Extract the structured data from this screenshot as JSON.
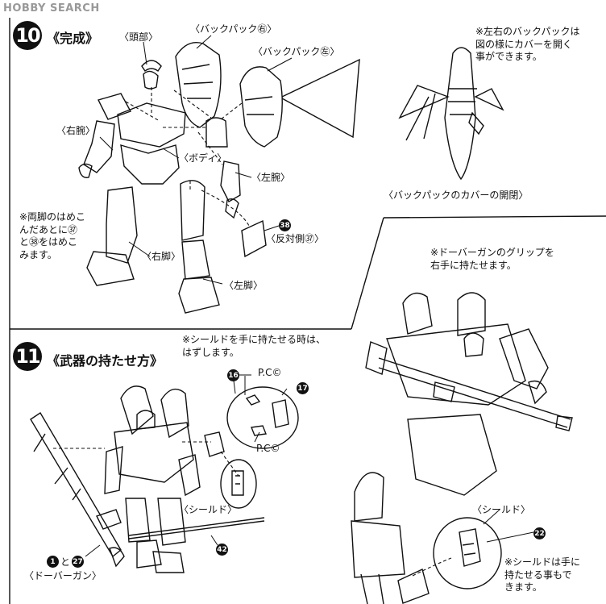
{
  "watermark": "HOBBY SEARCH",
  "step10": {
    "number": "10",
    "title": "《完成》",
    "labels": {
      "head": "〈頭部〉",
      "backpack_right": "〈バックパック㊨〉",
      "backpack_left": "〈バックパック㊧〉",
      "right_arm": "〈右腕〉",
      "body": "〈ボディ〉",
      "left_arm": "〈左腕〉",
      "right_leg": "〈右脚〉",
      "left_leg": "〈左脚〉",
      "opposite_side": "〈反対側㊲〉",
      "backpack_cover": "〈バックパックのカバーの開閉〉"
    },
    "callout_38": "38",
    "note_backpack": "※左右のバックパックは\n図の様にカバーを開く\n事ができます。",
    "note_legs": "※両脚のはめこ\nんだあとに㊲\nと㊳をはめこ\nみます。"
  },
  "step11": {
    "number": "11",
    "title": "《武器の持たせ方》",
    "note_shield_remove": "※シールドを手に持たせる時は、\nはずします。",
    "note_grip": "※ドーバーガンのグリップを\n右手に持たせます。",
    "note_shield_hold": "※シールドは手に\n持たせる事もで\nきます。",
    "pc_label_1": "P.C©",
    "pc_label_2": "P.C©",
    "callout_16": "16",
    "callout_17": "17",
    "callout_42": "42",
    "callout_22": "22",
    "callout_1": "1",
    "callout_27": "27",
    "parts_join": "と",
    "shield_label": "〈シールド〉",
    "shield_label_2": "〈シールド〉",
    "dover_gun_label": "〈ドーバーガン〉"
  }
}
